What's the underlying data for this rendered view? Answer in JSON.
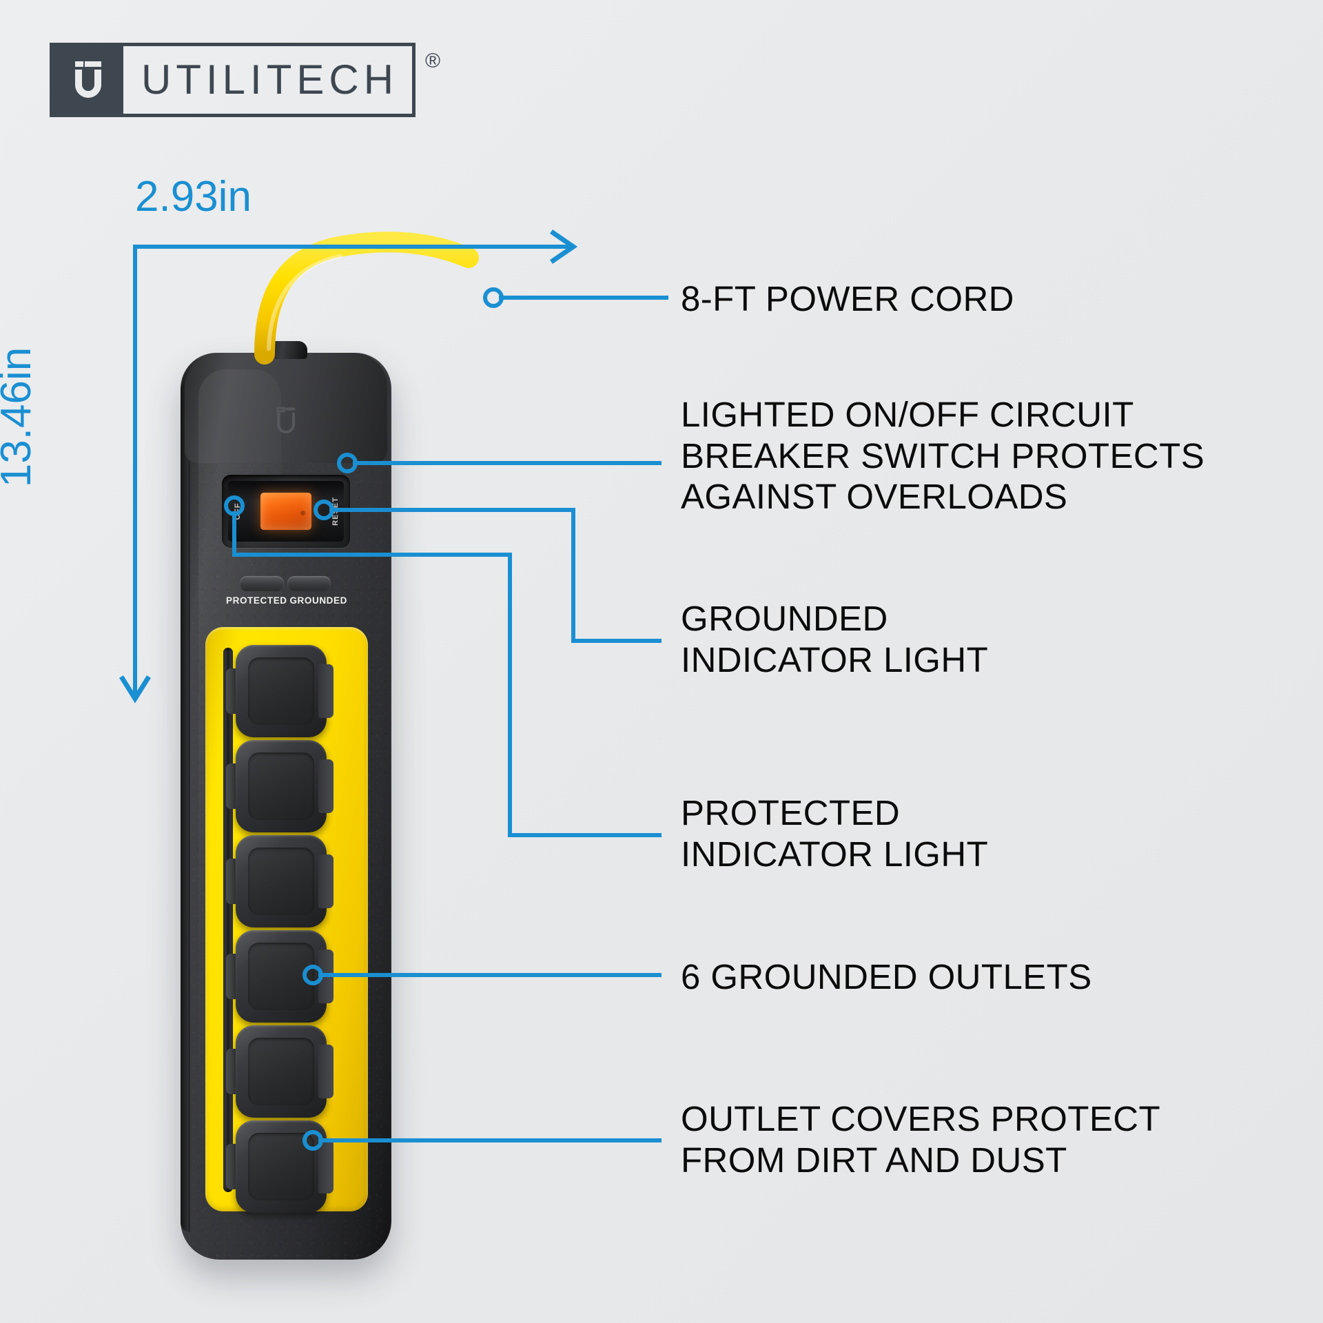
{
  "brand": {
    "name": "UTILITECH",
    "registered_mark": "®",
    "mark_icon": "utilitech-u-logo",
    "box_color": "#3e4750"
  },
  "accent_color": "#1a8fd2",
  "background_color": "#e8eaec",
  "dimensions": {
    "width": "2.93in",
    "height": "13.46in"
  },
  "product": {
    "body_color": "#2f3033",
    "panel_color": "#ffe000",
    "cord_color": "#ffdd00",
    "switch": {
      "off_label": "OFF",
      "reset_label": "RESET",
      "rocker_color": "#f2690f"
    },
    "indicators": [
      {
        "label": "PROTECTED"
      },
      {
        "label": "GROUNDED"
      }
    ],
    "outlet_count": 6
  },
  "callouts": [
    {
      "id": "power-cord",
      "text": "8-FT POWER CORD"
    },
    {
      "id": "breaker-switch",
      "text": "LIGHTED ON/OFF CIRCUIT\nBREAKER SWITCH PROTECTS\nAGAINST OVERLOADS"
    },
    {
      "id": "grounded-light",
      "text": "GROUNDED\nINDICATOR LIGHT"
    },
    {
      "id": "protected-light",
      "text": "PROTECTED\nINDICATOR LIGHT"
    },
    {
      "id": "grounded-outlets",
      "text": "6 GROUNDED OUTLETS"
    },
    {
      "id": "outlet-covers",
      "text": "OUTLET COVERS PROTECT\nFROM DIRT AND DUST"
    }
  ]
}
